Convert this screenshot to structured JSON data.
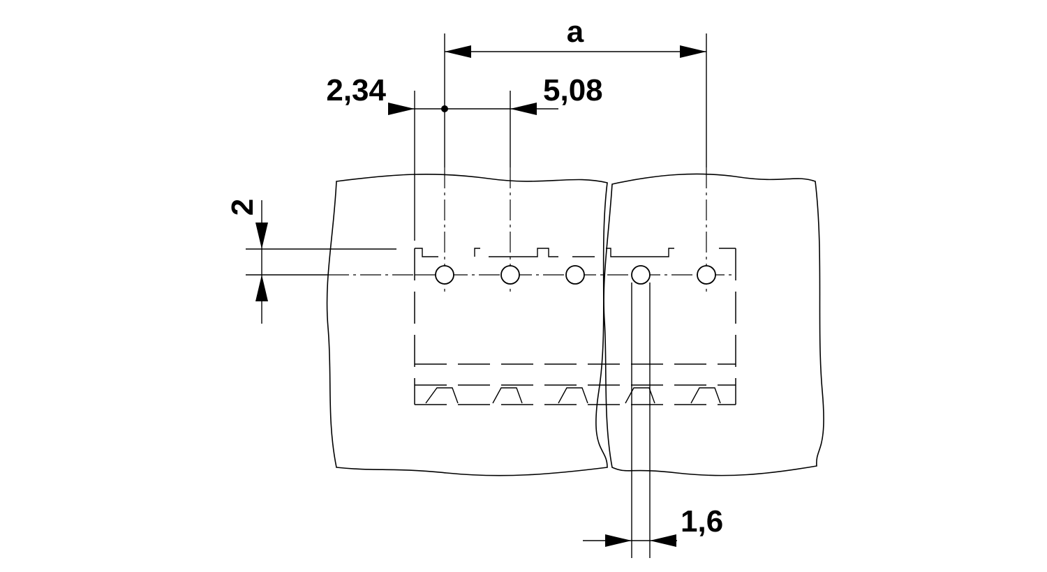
{
  "drawing": {
    "dimensions": {
      "pitch_total": "a",
      "offset": "2,34",
      "pitch": "5,08",
      "row_offset": "2",
      "hole_diameter": "1,6"
    }
  }
}
